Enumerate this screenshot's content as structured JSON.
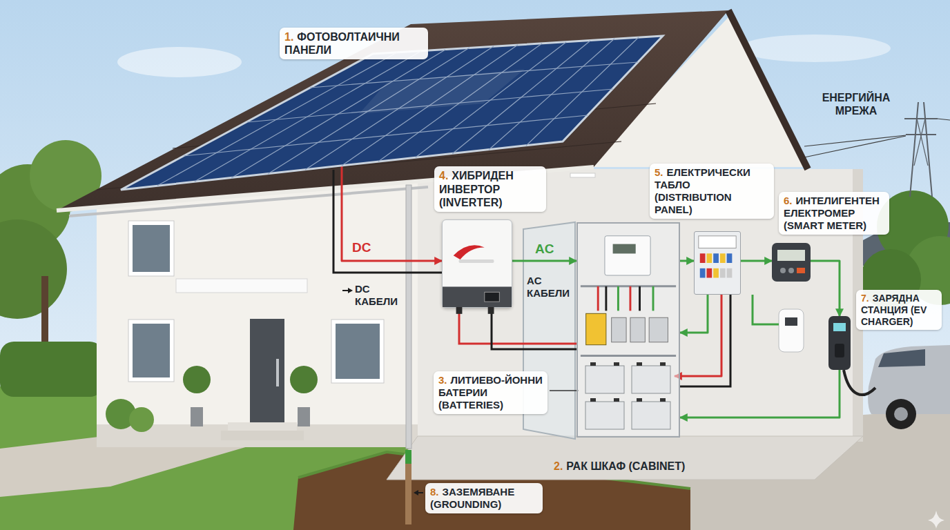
{
  "diagram": {
    "nodes": [
      {
        "text": [
          "1.",
          "ФОТОВОЛТАИЧНИ ПАНЕЛИ"
        ]
      },
      {
        "text": [
          "4.",
          "ХИБРИДЕН ИНВЕРТОР (INVERTER)"
        ]
      },
      {
        "text": [
          "2.",
          "РАК ШКАФ (CABINET)"
        ]
      },
      {
        "text": [
          "3.",
          "ЛИТИЕВО-ЙОННИ БАТЕРИИ (BATTERIES)"
        ],
        "in": 2
      },
      {
        "text": [
          "5.",
          "ЕЛЕКТРИЧЕСКИ ТАБЛО (DISTRIBUTION PANEL)"
        ]
      },
      {
        "text": [
          "6.",
          "ИНТЕЛИГЕНТЕН ЕЛЕКТРОМЕР (SMART METER)"
        ]
      },
      {
        "text": [
          "7.",
          "ЗАРЯДНА СТАНЦИЯ (EV CHARGER)"
        ]
      },
      {
        "text": [
          "8.",
          "ЗАЗЕМЯВАНЕ (GROUNDING)"
        ]
      }
    ],
    "edges": [
      {
        "from": 0,
        "to": 1,
        "arrow": "to",
        "label": "DC"
      },
      {
        "from": 1,
        "to": 2,
        "arrow": "to",
        "label": "AC"
      },
      {
        "from": 2,
        "to": 4,
        "arrow": "to"
      },
      {
        "from": 4,
        "to": 5,
        "arrow": "to"
      },
      {
        "from": 5,
        "to": 6,
        "arrow": "to"
      },
      {
        "from": 4,
        "to": 2,
        "arrow": "to"
      },
      {
        "from": 4,
        "to": 3,
        "arrow": "to"
      },
      {
        "from": 6,
        "to": 2,
        "arrow": "to"
      }
    ],
    "labels": [
      "DC КАБЕЛИ",
      "AC КАБЕЛИ",
      "ЕНЕРГИЙНА МРЕЖА"
    ]
  }
}
